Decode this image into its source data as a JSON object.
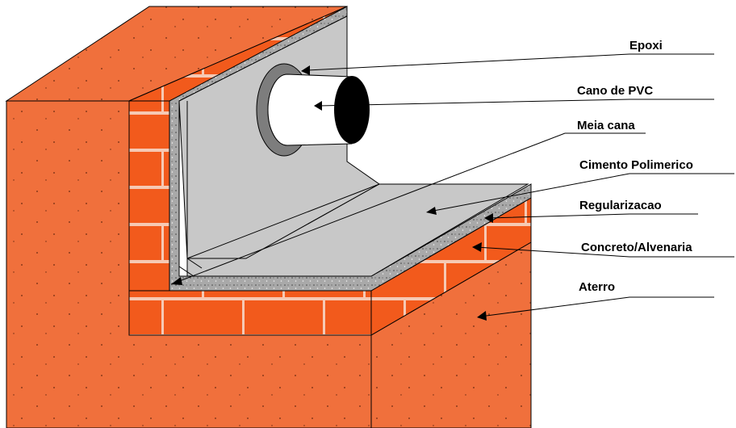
{
  "diagram": {
    "labels": {
      "epoxi": "Epoxi",
      "cano_pvc": "Cano de PVC",
      "meia_cana": "Meia cana",
      "cimento_polimerico": "Cimento Polimerico",
      "regularizacao": "Regularizacao",
      "concreto_alvenaria": "Concreto/Alvenaria",
      "aterro": "Aterro"
    },
    "colors": {
      "aterro_orange": "#F0703C",
      "brick_red": "#F25A1C",
      "mortar_light": "#F6C9B4",
      "cement_gray": "#C8C8C8",
      "regularization_gray": "#A9A9A9",
      "pvc_white": "#FFFFFF",
      "pipe_black": "#000000",
      "outline": "#000000"
    }
  }
}
